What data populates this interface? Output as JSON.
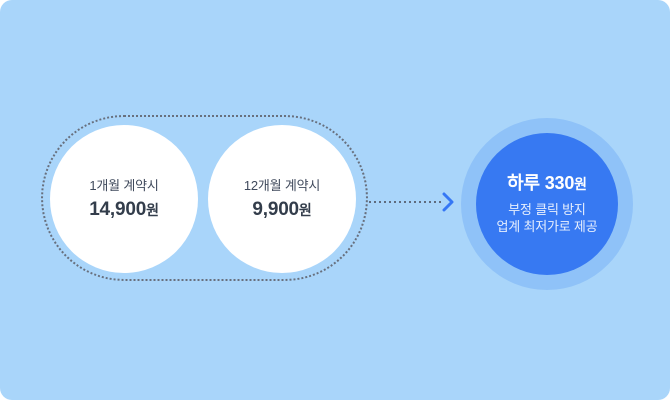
{
  "colors": {
    "card_background": "#A9D5FA",
    "halo_blue": "#8FC2F8",
    "accent_blue": "#3779F2",
    "text_dark": "#333D4B",
    "dotted_gray": "#68707E",
    "circle_white": "#FFFFFF"
  },
  "pricing_options": [
    {
      "label": "1개월 계약시",
      "amount": "14,900",
      "unit": "원"
    },
    {
      "label": "12개월 계약시",
      "amount": "9,900",
      "unit": "원"
    }
  ],
  "highlight": {
    "title_amount": "하루 330",
    "title_unit": "원",
    "benefit_lines": [
      "부정 클릭 방지",
      "업계 최저가로 제공"
    ]
  }
}
